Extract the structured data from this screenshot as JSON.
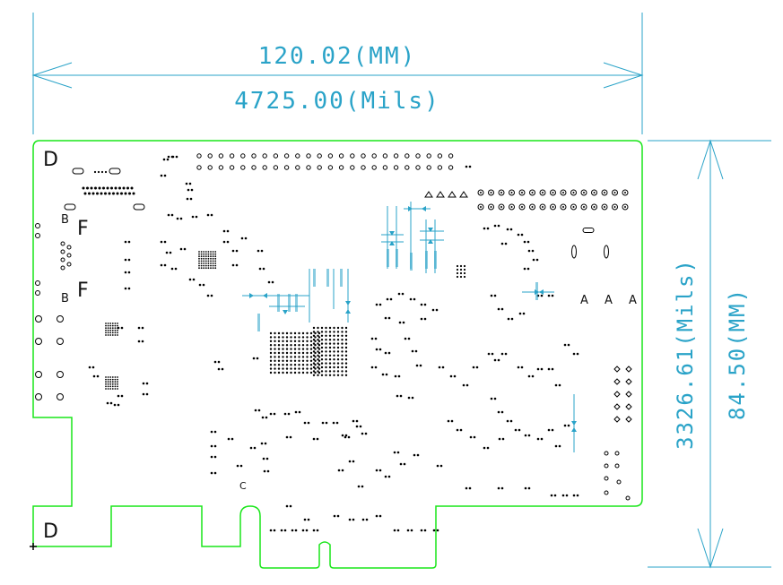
{
  "dimensions": {
    "width_mm": "120.02(MM)",
    "width_mils": "4725.00(Mils)",
    "height_mils": "3326.61(Mils)",
    "height_mm": "84.50(MM)"
  },
  "board_labels": {
    "d_top": "D",
    "d_bottom": "D",
    "b_upper": "B",
    "f_upper": "F",
    "b_lower": "B",
    "f_lower": "F",
    "c_label": "C",
    "a_right": [
      "A",
      "A",
      "A"
    ]
  },
  "colors": {
    "dimension": "#2aa3c8",
    "outline": "#19e619",
    "components": "#000000"
  }
}
